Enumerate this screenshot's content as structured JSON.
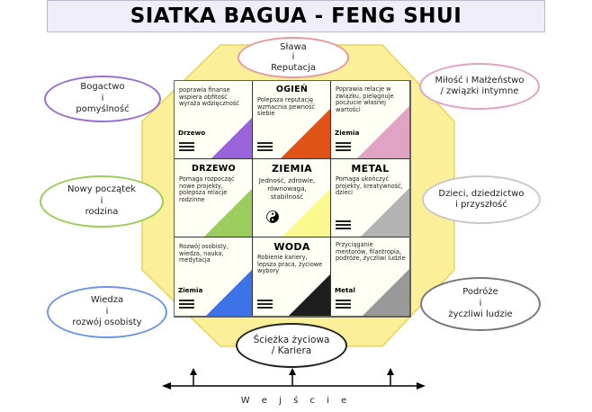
{
  "title": "SIATKA BAGUA - FENG SHUI",
  "cells": {
    "nw": {
      "text": "poprawia finanse wspiera obfitość wyraża wdzięczność",
      "element": "Drzewo",
      "color": "#9a65dc"
    },
    "n": {
      "title": "OGIEŃ",
      "text": "Polepsza reputację wzmacnia pewność siebie",
      "color": "#e05316"
    },
    "ne": {
      "text": "Poprawia relacje w związku, pielęgnuje poczucie własnej wartości",
      "element": "Ziemia",
      "color": "#e0a3c4"
    },
    "w": {
      "title": "DRZEWO",
      "text": "Pomaga rozpocząć nowe projekty, polepsza relacje rodzinne",
      "color": "#9ccc5c"
    },
    "c": {
      "title": "ZIEMIA",
      "text": "Jedność, zdrowie, równowaga, stabilność",
      "color": "#fafa8c"
    },
    "e": {
      "title": "METAL",
      "text": "Pomaga ukończyć projekty, kreatywność, dzieci",
      "color": "#b3b3b3"
    },
    "sw": {
      "text": "Rozwój osobisty, wiedza, nauka, medytacja",
      "element": "Ziemia",
      "color": "#3c73e6"
    },
    "s": {
      "title": "WODA",
      "text": "Robienie kariery, lepsza praca, życiowe wybory",
      "color": "#1e1e1e"
    },
    "se": {
      "text": "Przyciąganie mentorów, filantropia, podróże, życzliwi ludzie",
      "element": "Metal",
      "color": "#999999"
    }
  },
  "ovals": {
    "fame": {
      "text": "Sława\ni\nReputacja",
      "border": "#e49a9a"
    },
    "wealth": {
      "text": "Bogactwo\ni\npomyślność",
      "border": "#9a6fcf"
    },
    "love": {
      "text": "Miłość i Małżeństwo\n/ związki intymne",
      "border": "#e0a3c4"
    },
    "family": {
      "text": "Nowy początek\ni\nrodzina",
      "border": "#9ccc5c"
    },
    "children": {
      "text": "Dzieci, dziedzictwo\ni przyszłość",
      "border": "#c9c9c9"
    },
    "knowledge": {
      "text": "Wiedza\ni\nrozwój osobisty",
      "border": "#6e96e0"
    },
    "travel": {
      "text": "Podróże\ni\nżyczliwi ludzie",
      "border": "#777777"
    },
    "career": {
      "text": "Ścieżka życiowa\n/ Kariera",
      "border": "#222222"
    }
  },
  "entry_label": "W e j ś c i e",
  "colors": {
    "octagon": "#fbef99",
    "octagon_border": "#e8d35e",
    "title_band": "#efeef8"
  }
}
